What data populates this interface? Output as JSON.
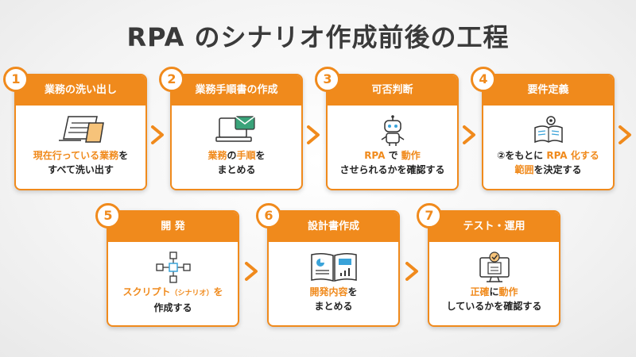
{
  "title": "RPA のシナリオ作成前後の工程",
  "colors": {
    "accent": "#f08a1c",
    "text": "#222222",
    "title": "#3a3a3a"
  },
  "steps": [
    {
      "number": "1",
      "title": "業務の洗い出し",
      "icon": "documents-icon",
      "line1": [
        {
          "t": "現在行っている業務",
          "hl": true
        },
        {
          "t": "を"
        }
      ],
      "line2": [
        {
          "t": "すべて洗い出す"
        }
      ]
    },
    {
      "number": "2",
      "title": "業務手順書の作成",
      "icon": "laptop-mail-icon",
      "line1": [
        {
          "t": "業務",
          "hl": true
        },
        {
          "t": "の"
        },
        {
          "t": "手順",
          "hl": true
        },
        {
          "t": "を"
        }
      ],
      "line2": [
        {
          "t": "まとめる"
        }
      ]
    },
    {
      "number": "3",
      "title": "可否判断",
      "icon": "robot-icon",
      "line1": [
        {
          "t": "RPA",
          "hl": true
        },
        {
          "t": " で "
        },
        {
          "t": "動作",
          "hl": true
        }
      ],
      "line2": [
        {
          "t": "させられるかを確認する"
        }
      ]
    },
    {
      "number": "4",
      "title": "要件定義",
      "icon": "book-gear-icon",
      "line1": [
        {
          "t": "②をもとに "
        },
        {
          "t": "RPA 化する",
          "hl": true
        }
      ],
      "line2": [
        {
          "t": "範囲",
          "hl": true
        },
        {
          "t": "を決定する"
        }
      ]
    },
    {
      "number": "5",
      "title": "開 発",
      "icon": "network-cubes-icon",
      "line1": [
        {
          "t": "スクリプト",
          "hl": true
        },
        {
          "t": "（シナリオ）",
          "hl": true,
          "sm": true
        },
        {
          "t": "を",
          "hl": true
        }
      ],
      "line2": [
        {
          "t": "作成する"
        }
      ]
    },
    {
      "number": "6",
      "title": "設計書作成",
      "icon": "open-book-chart-icon",
      "line1": [
        {
          "t": "開発内容",
          "hl": true
        },
        {
          "t": "を"
        }
      ],
      "line2": [
        {
          "t": "まとめる"
        }
      ]
    },
    {
      "number": "7",
      "title": "テスト・運用",
      "icon": "monitor-check-icon",
      "line1": [
        {
          "t": "正確",
          "hl": true
        },
        {
          "t": "に"
        },
        {
          "t": "動作",
          "hl": true
        }
      ],
      "line2": [
        {
          "t": "しているかを確認する"
        }
      ]
    }
  ]
}
